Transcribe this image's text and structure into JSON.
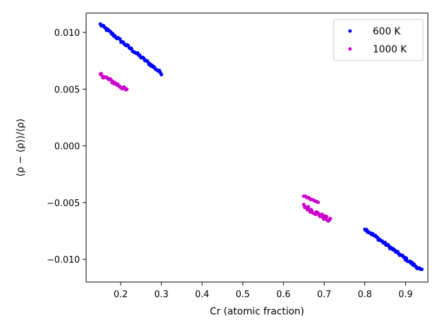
{
  "chart_data": {
    "type": "scatter",
    "xlabel": "Cr (atomic fraction)",
    "ylabel": "⟨ρ − ⟨ρ⟩⟩/⟨ρ⟩",
    "xlim": [
      0.115,
      0.955
    ],
    "ylim": [
      -0.012,
      0.0117
    ],
    "x_ticks": [
      0.2,
      0.3,
      0.4,
      0.5,
      0.6,
      0.7,
      0.8,
      0.9
    ],
    "x_tick_labels": [
      "0.2",
      "0.3",
      "0.4",
      "0.5",
      "0.6",
      "0.7",
      "0.8",
      "0.9"
    ],
    "y_ticks": [
      0.01,
      0.005,
      0.0,
      -0.005,
      -0.01
    ],
    "y_tick_labels": [
      "0.010",
      "0.005",
      "0.000",
      "−0.005",
      "−0.010"
    ],
    "grid": false,
    "legend_position": "top-right",
    "series": [
      {
        "name": "600 K",
        "color": "#0000ff",
        "segments": [
          {
            "x_start": 0.15,
            "y_start": 0.0107,
            "x_end": 0.3,
            "y_end": 0.0064,
            "count": 60,
            "scatter": 0.00012
          },
          {
            "x_start": 0.8,
            "y_start": -0.0073,
            "x_end": 0.94,
            "y_end": -0.011,
            "count": 60,
            "scatter": 0.00012
          }
        ]
      },
      {
        "name": "1000 K",
        "color": "#cc00cc",
        "segments": [
          {
            "x_start": 0.15,
            "y_start": 0.0063,
            "x_end": 0.215,
            "y_end": 0.0049,
            "count": 30,
            "scatter": 0.00015
          },
          {
            "x_start": 0.65,
            "y_start": -0.0053,
            "x_end": 0.715,
            "y_end": -0.0066,
            "count": 30,
            "scatter": 0.0002
          },
          {
            "x_start": 0.65,
            "y_start": -0.0044,
            "x_end": 0.685,
            "y_end": -0.005,
            "count": 10,
            "scatter": 8e-05
          }
        ]
      }
    ]
  }
}
